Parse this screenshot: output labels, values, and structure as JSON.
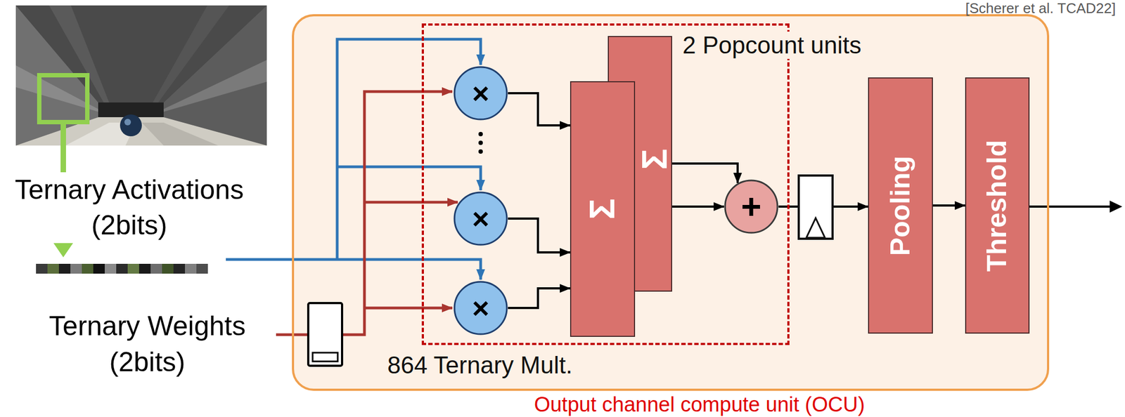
{
  "diagram": {
    "nodes": [
      {
        "text": [
          "Output channel compute unit (OCU)"
        ]
      },
      {
        "text": [
          "2 Popcount units",
          "864 Ternary Mult."
        ],
        "in": 0
      },
      {
        "text": [
          "×"
        ],
        "in": 1
      },
      {
        "text": [
          "×"
        ],
        "in": 1
      },
      {
        "text": [
          "×"
        ],
        "in": 1
      },
      {
        "text": [
          "Σ"
        ],
        "in": 1
      },
      {
        "text": [
          "Σ"
        ],
        "in": 1
      },
      {
        "text": [
          "+"
        ],
        "in": 1
      },
      {
        "text": [
          "Pooling"
        ],
        "in": 0
      },
      {
        "text": [
          "Threshold"
        ],
        "in": 0
      }
    ],
    "edges": [
      {
        "from": 2,
        "to": 6,
        "arrow": "to"
      },
      {
        "from": 3,
        "to": 6,
        "arrow": "to"
      },
      {
        "from": 4,
        "to": 6,
        "arrow": "to"
      },
      {
        "from": 5,
        "to": 7,
        "arrow": "to"
      },
      {
        "from": 6,
        "to": 7,
        "arrow": "to"
      },
      {
        "from": 7,
        "to": 8,
        "arrow": "to"
      },
      {
        "from": 8,
        "to": 9,
        "arrow": "to"
      }
    ],
    "labels": [
      "[Scherer et al. TCAD22]",
      "Ternary Activations (2bits)",
      "Ternary Weights (2bits)"
    ]
  }
}
